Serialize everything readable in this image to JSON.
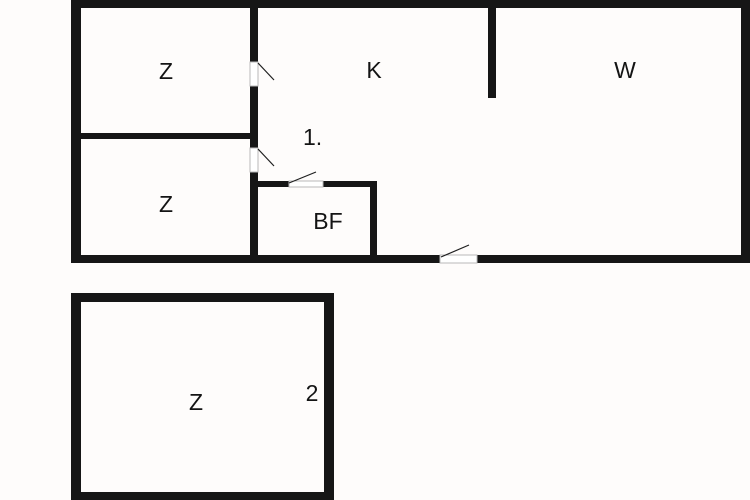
{
  "floor_1": {
    "floor_label": "1.",
    "rooms": {
      "bedroom_top": "Z",
      "bedroom_bottom": "Z",
      "kitchen": "K",
      "living_room": "W",
      "bathroom": "BF"
    }
  },
  "floor_2": {
    "floor_label": "2",
    "rooms": {
      "bedroom": "Z"
    }
  },
  "colors": {
    "wall": "#161616",
    "background": "#fefcfb"
  }
}
